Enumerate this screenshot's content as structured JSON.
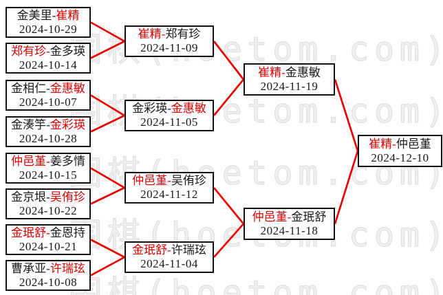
{
  "colors": {
    "connector_red": "#ee0000",
    "winner_red": "#dd0000",
    "box_border": "#111111",
    "watermark_gray": "#e1e1e1"
  },
  "watermark": {
    "text": "围棋(hoetom.com)"
  },
  "bracket": {
    "round1": [
      {
        "p1": "金美里",
        "p2": "崔精",
        "date": "2024-10-29",
        "winner": 2
      },
      {
        "p1": "郑有珍",
        "p2": "金多瑛",
        "date": "2024-10-14",
        "winner": 1
      },
      {
        "p1": "金相仁",
        "p2": "金惠敏",
        "date": "2024-10-07",
        "winner": 2
      },
      {
        "p1": "金湊竽",
        "p2": "金彩瑛",
        "date": "2024-10-28",
        "winner": 2
      },
      {
        "p1": "仲邑堇",
        "p2": "姜多情",
        "date": "2024-10-15",
        "winner": 1
      },
      {
        "p1": "金京垠",
        "p2": "吴侑珍",
        "date": "2024-10-22",
        "winner": 2
      },
      {
        "p1": "金珉舒",
        "p2": "金恩持",
        "date": "2024-10-21",
        "winner": 1
      },
      {
        "p1": "曹承亚",
        "p2": "许瑞玹",
        "date": "2024-10-08",
        "winner": 2
      }
    ],
    "round2": [
      {
        "p1": "崔精",
        "p2": "郑有珍",
        "date": "2024-11-09",
        "winner": 1
      },
      {
        "p1": "金彩瑛",
        "p2": "金惠敏",
        "date": "2024-11-05",
        "winner": 2
      },
      {
        "p1": "仲邑堇",
        "p2": "吴侑珍",
        "date": "2024-11-12",
        "winner": 1
      },
      {
        "p1": "金珉舒",
        "p2": "许瑞玹",
        "date": "2024-11-04",
        "winner": 1
      }
    ],
    "semifinals": [
      {
        "p1": "崔精",
        "p2": "金惠敏",
        "date": "2024-11-19",
        "winner": 1
      },
      {
        "p1": "仲邑堇",
        "p2": "金珉舒",
        "date": "2024-11-18",
        "winner": 1
      }
    ],
    "final": [
      {
        "p1": "崔精",
        "p2": "仲邑堇",
        "date": "2024-12-10",
        "winner": 1
      }
    ]
  }
}
